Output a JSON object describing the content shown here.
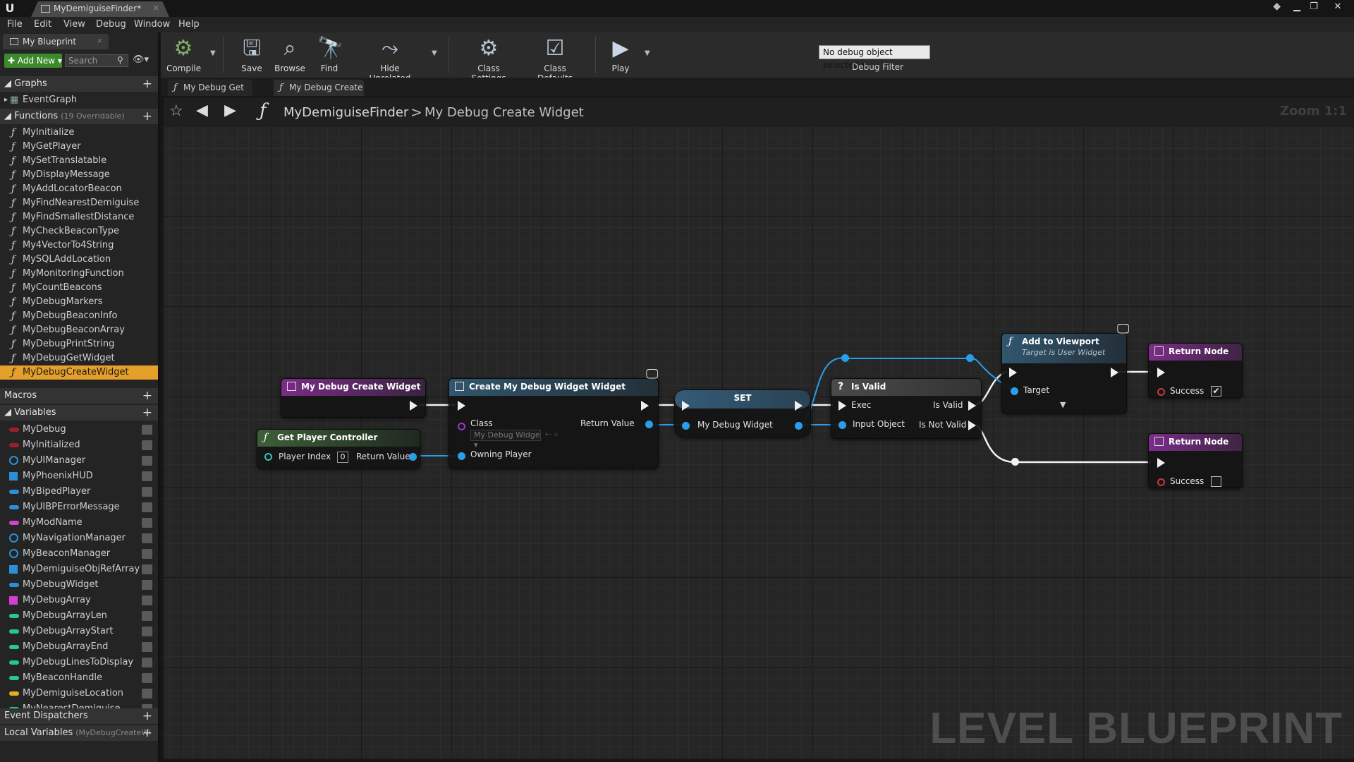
{
  "window": {
    "doc_tab": "MyDemiguiseFinder*",
    "tab_close": "×",
    "minimize": "▁",
    "restore": "❐",
    "close": "✕",
    "logo": "U"
  },
  "menu": [
    "File",
    "Edit",
    "View",
    "Debug",
    "Window",
    "Help"
  ],
  "left_panel": {
    "tab_label": "My Blueprint",
    "add_new_label": "Add New",
    "search_placeholder": "Search",
    "sections": {
      "graphs": "Graphs",
      "functions": "Functions",
      "functions_sub": "(19 Overridable)",
      "macros": "Macros",
      "variables": "Variables",
      "event_dispatchers": "Event Dispatchers",
      "local_variables": "Local Variables",
      "local_variables_sub": "(MyDebugCreateWi"
    },
    "graphs": [
      "EventGraph"
    ],
    "functions": [
      "MyInitialize",
      "MyGetPlayer",
      "MySetTranslatable",
      "MyDisplayMessage",
      "MyAddLocatorBeacon",
      "MyFindNearestDemiguise",
      "MyFindSmallestDistance",
      "MyCheckBeaconType",
      "My4VectorTo4String",
      "MySQLAddLocation",
      "MyMonitoringFunction",
      "MyCountBeacons",
      "MyDebugMarkers",
      "MyDebugBeaconInfo",
      "MyDebugBeaconArray",
      "MyDebugPrintString",
      "MyDebugGetWidget",
      "MyDebugCreateWidget"
    ],
    "selected_function": "MyDebugCreateWidget",
    "variables": [
      {
        "name": "MyDebug",
        "color": "#9c1f2a",
        "kind": "bar"
      },
      {
        "name": "MyInitialized",
        "color": "#9c1f2a",
        "kind": "bar"
      },
      {
        "name": "MyUIManager",
        "color": "#2a8fd8",
        "kind": "circle"
      },
      {
        "name": "MyPhoenixHUD",
        "color": "#2a8fd8",
        "kind": "grid"
      },
      {
        "name": "MyBipedPlayer",
        "color": "#2a8fd8",
        "kind": "bar"
      },
      {
        "name": "MyUIBPErrorMessage",
        "color": "#2a8fd8",
        "kind": "bar"
      },
      {
        "name": "MyModName",
        "color": "#d43fd4",
        "kind": "bar"
      },
      {
        "name": "MyNavigationManager",
        "color": "#2a8fd8",
        "kind": "circle"
      },
      {
        "name": "MyBeaconManager",
        "color": "#2a8fd8",
        "kind": "circle"
      },
      {
        "name": "MyDemiguiseObjRefArray",
        "color": "#2a8fd8",
        "kind": "grid"
      },
      {
        "name": "MyDebugWidget",
        "color": "#2a8fd8",
        "kind": "bar"
      },
      {
        "name": "MyDebugArray",
        "color": "#d43fd4",
        "kind": "grid"
      },
      {
        "name": "MyDebugArrayLen",
        "color": "#26c69a",
        "kind": "bar"
      },
      {
        "name": "MyDebugArrayStart",
        "color": "#26c69a",
        "kind": "bar"
      },
      {
        "name": "MyDebugArrayEnd",
        "color": "#26c69a",
        "kind": "bar"
      },
      {
        "name": "MyDebugLinesToDisplay",
        "color": "#26c69a",
        "kind": "bar"
      },
      {
        "name": "MyBeaconHandle",
        "color": "#26c69a",
        "kind": "bar"
      },
      {
        "name": "MyDemiguiseLocation",
        "color": "#e0b020",
        "kind": "bar"
      },
      {
        "name": "MyNearestDemiguise",
        "color": "#26c69a",
        "kind": "bar"
      }
    ]
  },
  "toolbar": {
    "compile": "Compile",
    "save": "Save",
    "browse": "Browse",
    "find": "Find",
    "hide_unrelated": "Hide Unrelated",
    "class_settings": "Class Settings",
    "class_defaults": "Class Defaults",
    "play": "Play",
    "debug_select": "No debug object selected",
    "debug_filter": "Debug Filter"
  },
  "graph_tabs": [
    {
      "label": "My Debug Get Widç",
      "active": false
    },
    {
      "label": "My Debug Create V",
      "active": true
    }
  ],
  "breadcrumb": {
    "path": [
      "MyDemiguiseFinder",
      "My Debug Create Widget"
    ],
    "separator": ">",
    "zoom": "Zoom 1:1"
  },
  "watermark": "LEVEL BLUEPRINT",
  "nodes": {
    "entry": {
      "title": "My Debug Create Widget"
    },
    "get_player_controller": {
      "title": "Get Player Controller",
      "player_index_label": "Player Index",
      "player_index_value": "0",
      "return_value": "Return Value"
    },
    "create_widget": {
      "title": "Create My Debug Widget Widget",
      "class_label": "Class",
      "class_value": "My Debug Widge",
      "return_value": "Return Value",
      "owning_player": "Owning Player"
    },
    "set": {
      "title": "SET",
      "var": "My Debug Widget"
    },
    "is_valid": {
      "title": "Is Valid",
      "exec": "Exec",
      "input_object": "Input Object",
      "is_valid": "Is Valid",
      "is_not_valid": "Is Not Valid"
    },
    "add_to_viewport": {
      "title": "Add to Viewport",
      "subtitle": "Target is User Widget",
      "target": "Target"
    },
    "return_true": {
      "title": "Return Node",
      "success": "Success",
      "checked": true
    },
    "return_false": {
      "title": "Return Node",
      "success": "Success",
      "checked": false
    }
  }
}
